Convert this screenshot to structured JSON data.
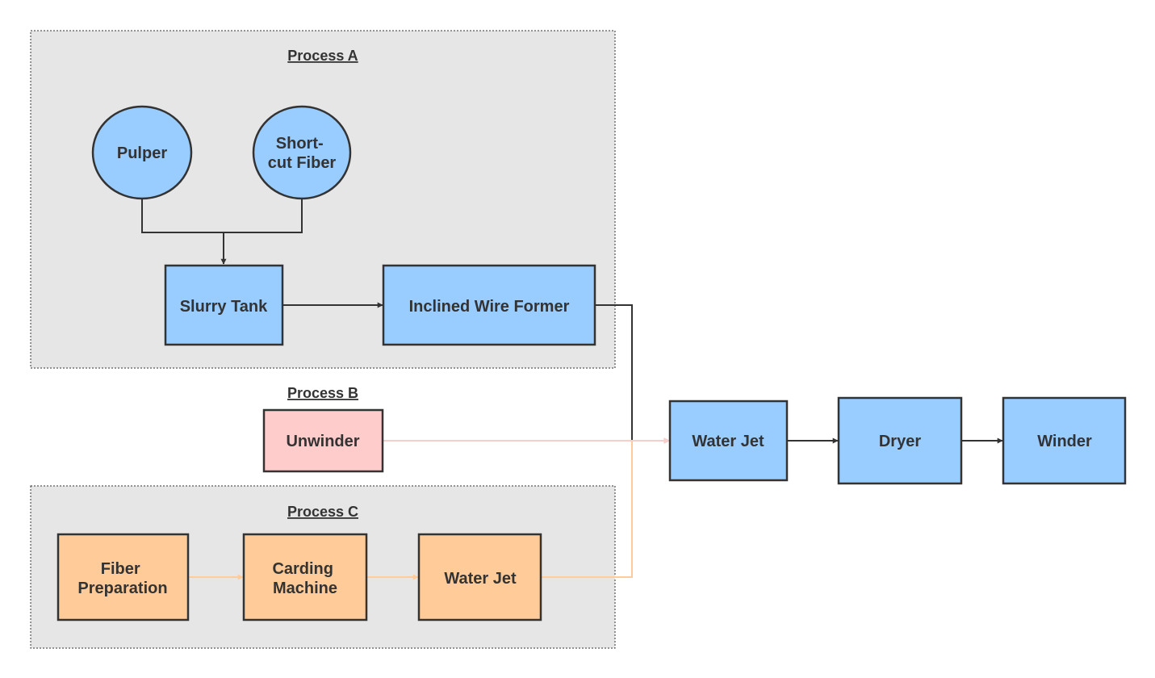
{
  "colors": {
    "blue": "#99ccff",
    "pink": "#ffcccc",
    "orange": "#ffcc99",
    "group_bg": "#e6e6e6",
    "dark": "#333333",
    "pink_line": "#f8cecc",
    "orange_line": "#ffcc99"
  },
  "groups": {
    "process_a": "Process A",
    "process_b": "Process B",
    "process_c": "Process C"
  },
  "nodes": {
    "pulper": "Pulper",
    "short_cut_fiber": [
      "Short-",
      "cut Fiber"
    ],
    "slurry_tank": "Slurry Tank",
    "inclined_wire_former": "Inclined Wire Former",
    "unwinder": "Unwinder",
    "fiber_preparation": [
      "Fiber",
      "Preparation"
    ],
    "carding_machine": [
      "Carding",
      "Machine"
    ],
    "water_jet_c": "Water Jet",
    "water_jet_main": "Water Jet",
    "dryer": "Dryer",
    "winder": "Winder"
  }
}
